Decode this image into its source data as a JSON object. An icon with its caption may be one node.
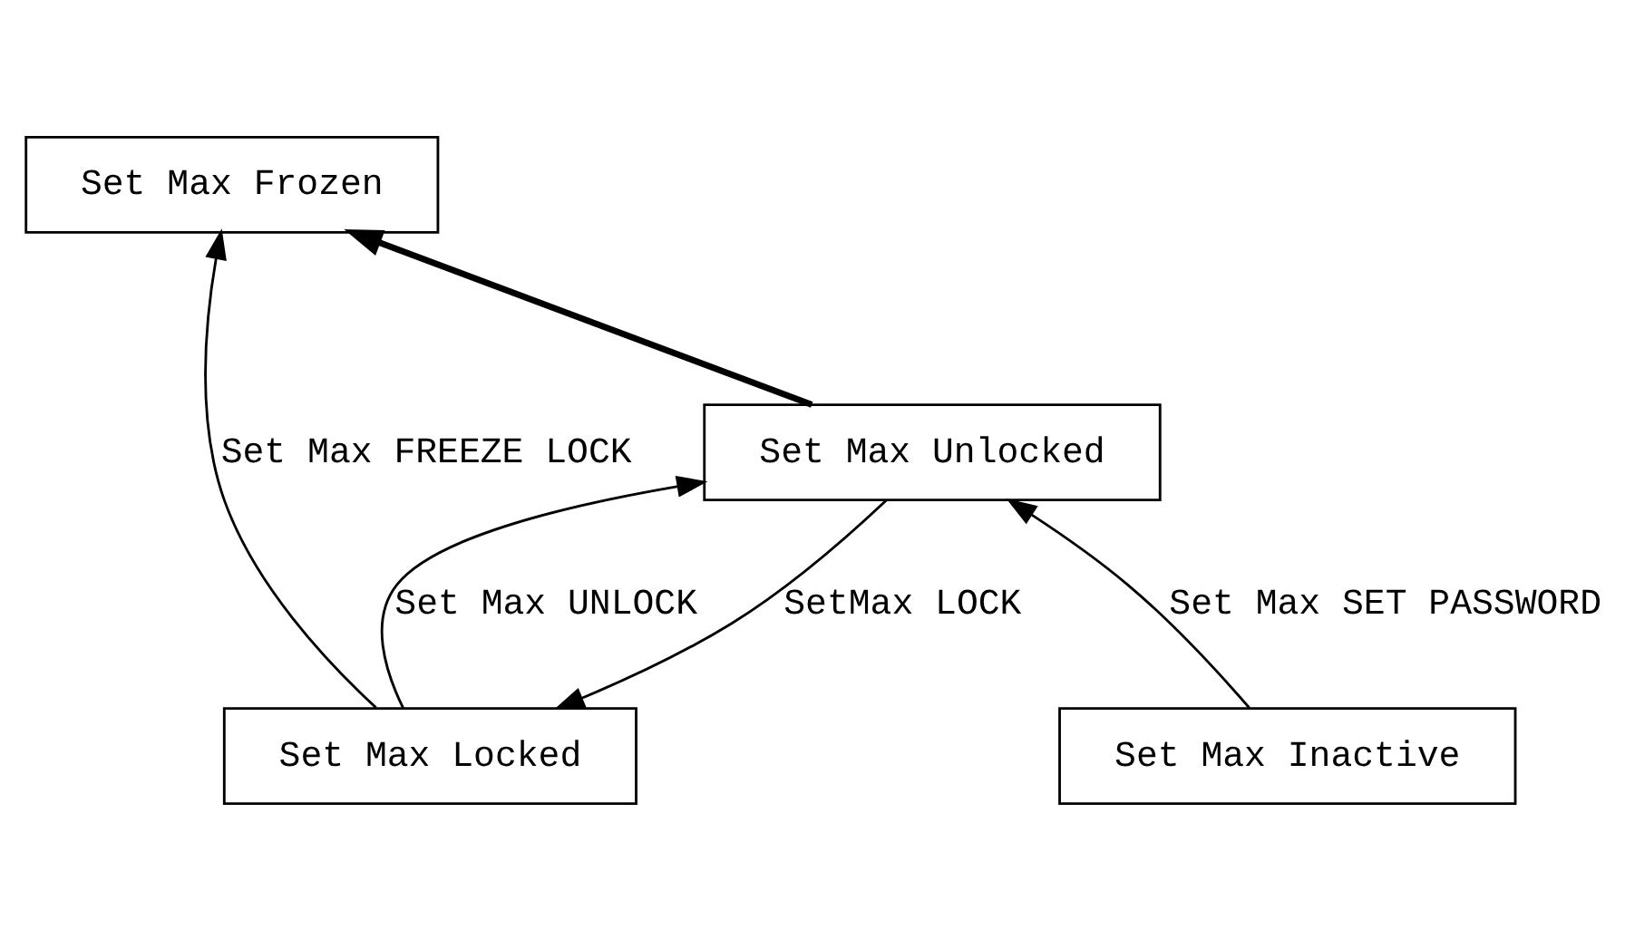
{
  "diagram": {
    "nodes": [
      {
        "text": [
          "Set Max Frozen"
        ]
      },
      {
        "text": [
          "Set Max Locked"
        ]
      },
      {
        "text": [
          "Set Max Unlocked"
        ]
      },
      {
        "text": [
          "Set Max Inactive"
        ]
      }
    ],
    "edges": [
      {
        "from": 1,
        "to": 0,
        "arrow": "to",
        "label": "Set Max FREEZE LOCK"
      },
      {
        "from": 2,
        "to": 0,
        "arrow": "to",
        "style": "thick"
      },
      {
        "from": 2,
        "to": 1,
        "arrow": "to",
        "label": "SetMax LOCK"
      },
      {
        "from": 1,
        "to": 2,
        "arrow": "to",
        "label": "Set Max UNLOCK"
      },
      {
        "from": 3,
        "to": 2,
        "arrow": "to",
        "label": "Set Max SET PASSWORD"
      }
    ]
  }
}
